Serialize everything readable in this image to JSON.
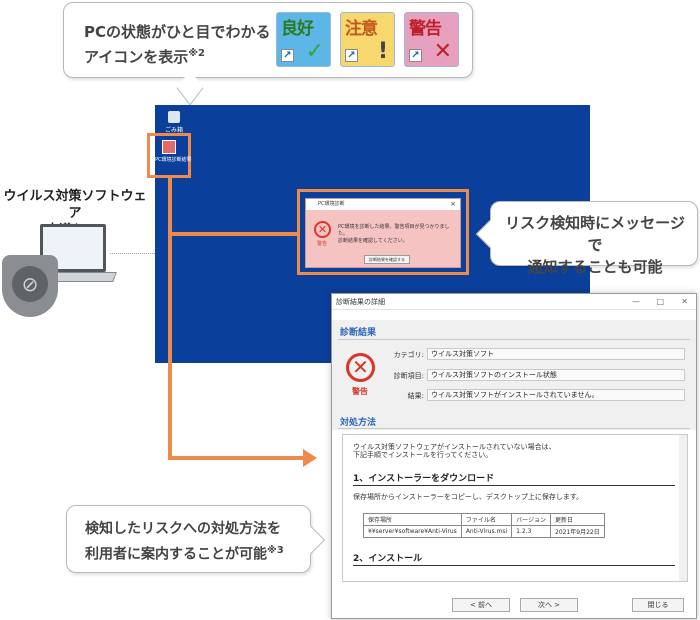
{
  "callout_top": {
    "line1": "PCの状態がひと目でわかる",
    "line2": "アイコンを表示",
    "note": "※2"
  },
  "status_icons": [
    {
      "label": "良好",
      "mark": "✓",
      "bg": "#5cb6e6",
      "label_color": "#2a7a1e",
      "mark_color": "#3ba23b"
    },
    {
      "label": "注意",
      "mark": "!",
      "bg": "#f6d86e",
      "label_color": "#c4571a",
      "mark_color": "#444444"
    },
    {
      "label": "警告",
      "mark": "✕",
      "bg": "#e7a0bd",
      "label_color": "#c0202a",
      "mark_color": "#c0202a"
    }
  ],
  "desktop": {
    "recycle_label": "ごみ箱",
    "app_icon_label": "PC環境診断結果"
  },
  "message_window": {
    "title": "PC環境診断",
    "body_line1": "PC環境を診断した結果、警告項目が見つかりました。",
    "body_line2": "診断結果を確認してください。",
    "warn_label": "警告",
    "button": "診断結果を確認する"
  },
  "pc": {
    "line1": "ウイルス対策ソフトウェア",
    "line2": "未導入PC"
  },
  "callout_right": {
    "line1": "リスク検知時にメッセージで",
    "line2": "通知することも可能"
  },
  "callout_bottom": {
    "line1": "検知したリスクへの対処方法を",
    "line2": "利用者に案内することが可能",
    "note": "※3"
  },
  "diag": {
    "title": "診断結果の詳細",
    "section_result": "診断結果",
    "warn_label": "警告",
    "rows": [
      {
        "label": "カテゴリ:",
        "value": "ウイルス対策ソフト"
      },
      {
        "label": "診断項目:",
        "value": "ウイルス対策ソフトのインストール状態"
      },
      {
        "label": "結果:",
        "value": "ウイルス対策ソフトがインストールされていません。"
      }
    ],
    "section_action": "対処方法",
    "intro_line1": "ウイルス対策ソフトウェアがインストールされていない場合は、",
    "intro_line2": "下記手順でインストールを行ってください。",
    "step1_title": "1、インストーラーをダウンロード",
    "step1_text": "保存場所からインストーラーをコピーし、デスクトップ上に保存します。",
    "table_headers": [
      "保存場所",
      "ファイル名",
      "バージョン",
      "更新日"
    ],
    "table_row": [
      "¥¥server¥software¥Anti-Virus",
      "Anti-Virus.msi",
      "1.2.3",
      "2021年9月22日"
    ],
    "step2_title": "2、インストール",
    "btn_prev": "< 前へ",
    "btn_next": "次へ >",
    "btn_close": "閉じる"
  }
}
